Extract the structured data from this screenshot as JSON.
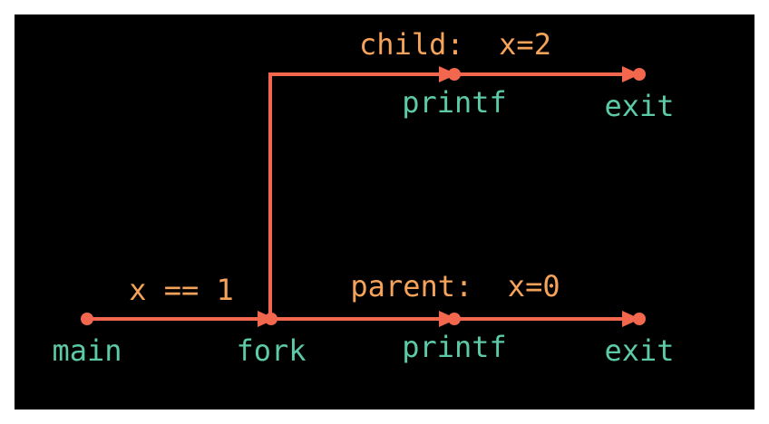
{
  "colors": {
    "background": "#000000",
    "edge": "#f2674d",
    "node": "#f2674d",
    "event_label": "#5cc9a7",
    "state_label": "#f5a35a"
  },
  "child_state": "child:  x=2",
  "parent_state": "parent:  x=0",
  "initial_state": "x == 1",
  "nodes": {
    "main": "main",
    "fork": "fork",
    "child_printf": "printf",
    "child_exit": "exit",
    "parent_printf": "printf",
    "parent_exit": "exit"
  }
}
